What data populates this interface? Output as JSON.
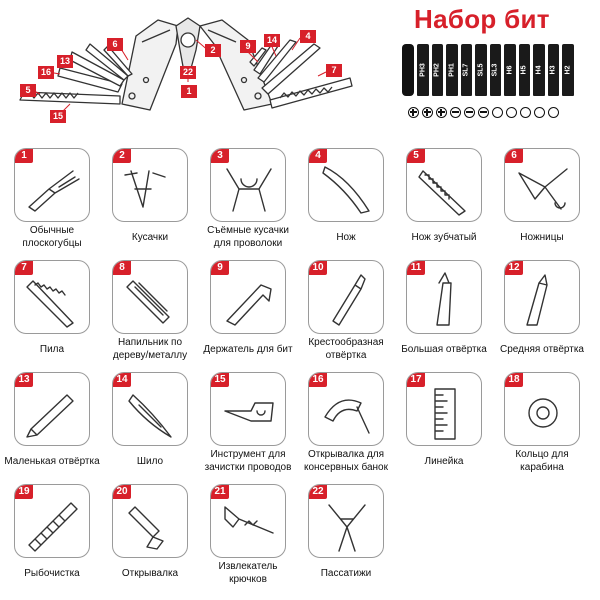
{
  "title": "Набор бит",
  "bits": [
    "PH3",
    "PH2",
    "PH1",
    "SL7",
    "SL5",
    "SL3",
    "H6",
    "H5",
    "H4",
    "H3",
    "H2"
  ],
  "bit_head_types": [
    "plus",
    "plus",
    "plus",
    "slot",
    "slot",
    "slot",
    "hex",
    "hex",
    "hex",
    "hex",
    "hex"
  ],
  "hero_numbers": [
    "1",
    "2",
    "4",
    "5",
    "6",
    "7",
    "9",
    "13",
    "14",
    "15",
    "16",
    "22"
  ],
  "accent_color": "#d7202a",
  "tools": [
    {
      "num": "1",
      "caption": "Обычные\nплоскогубцы"
    },
    {
      "num": "2",
      "caption": "Кусачки"
    },
    {
      "num": "3",
      "caption": "Съёмные кусачки\nдля проволоки"
    },
    {
      "num": "4",
      "caption": "Нож"
    },
    {
      "num": "5",
      "caption": "Нож зубчатый"
    },
    {
      "num": "6",
      "caption": "Ножницы"
    },
    {
      "num": "7",
      "caption": "Пила"
    },
    {
      "num": "8",
      "caption": "Напильник по\nдереву/металлу"
    },
    {
      "num": "9",
      "caption": "Держатель для бит"
    },
    {
      "num": "10",
      "caption": "Крестообразная\nотвёртка"
    },
    {
      "num": "11",
      "caption": "Большая отвёртка"
    },
    {
      "num": "12",
      "caption": "Средняя отвёртка"
    },
    {
      "num": "13",
      "caption": "Маленькая отвёртка"
    },
    {
      "num": "14",
      "caption": "Шило"
    },
    {
      "num": "15",
      "caption": "Инструмент для\nзачистки проводов"
    },
    {
      "num": "16",
      "caption": "Открывалка для\nконсервных банок"
    },
    {
      "num": "17",
      "caption": "Линейка"
    },
    {
      "num": "18",
      "caption": "Кольцо для\nкарабина"
    },
    {
      "num": "19",
      "caption": "Рыбочистка"
    },
    {
      "num": "20",
      "caption": "Открывалка"
    },
    {
      "num": "21",
      "caption": "Извлекатель\nкрючков"
    },
    {
      "num": "22",
      "caption": "Пассатижи"
    }
  ]
}
